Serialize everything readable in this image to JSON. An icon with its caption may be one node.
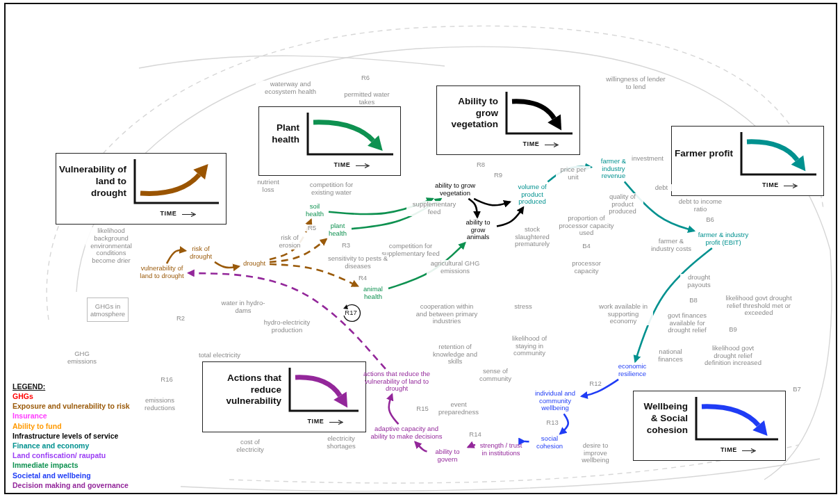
{
  "diagram": {
    "nodes": [
      {
        "text": [
          "Vulnerability of land to drought",
          "TIME"
        ]
      },
      {
        "text": [
          "Plant health",
          "TIME"
        ]
      },
      {
        "text": [
          "Ability to grow vegetation",
          "TIME"
        ]
      },
      {
        "text": [
          "Farmer profit",
          "TIME"
        ]
      },
      {
        "text": [
          "Actions that reduce vulnerability",
          "TIME"
        ]
      },
      {
        "text": [
          "Wellbeing & Social cohesion",
          "TIME"
        ]
      },
      {
        "text": [
          "vulnerability of land to drought"
        ]
      },
      {
        "text": [
          "risk of drought"
        ]
      },
      {
        "text": [
          "drought"
        ]
      },
      {
        "text": [
          "soil health"
        ]
      },
      {
        "text": [
          "plant health"
        ]
      },
      {
        "text": [
          "animal health"
        ]
      },
      {
        "text": [
          "ability to grow vegetation"
        ]
      },
      {
        "text": [
          "ability to grow animals"
        ]
      },
      {
        "text": [
          "volume of product produced"
        ]
      },
      {
        "text": [
          "farmer & industry revenue"
        ]
      },
      {
        "text": [
          "farmer & industry profit (EBIT)"
        ]
      },
      {
        "text": [
          "economic resilience"
        ]
      },
      {
        "text": [
          "individual and community wellbeing"
        ]
      },
      {
        "text": [
          "social cohesion"
        ]
      },
      {
        "text": [
          "strength / trust in institutions"
        ]
      },
      {
        "text": [
          "ability to govern"
        ]
      },
      {
        "text": [
          "adaptive capacity and ability to make decisions"
        ]
      },
      {
        "text": [
          "actions that reduce the vulnerability of land to drought"
        ]
      },
      {
        "text": [
          "GHGs in atmosphere"
        ]
      }
    ],
    "edges": [
      {
        "from": 6,
        "to": 7,
        "arrow": "to",
        "color": "#9a5a0a"
      },
      {
        "from": 7,
        "to": 8,
        "arrow": "to",
        "color": "#9a5a0a"
      },
      {
        "from": 8,
        "to": 9,
        "arrow": "to",
        "style": "dashed",
        "color": "#9a5a0a"
      },
      {
        "from": 8,
        "to": 10,
        "arrow": "to",
        "style": "dashed",
        "color": "#9a5a0a"
      },
      {
        "from": 8,
        "to": 11,
        "arrow": "to",
        "style": "dashed",
        "color": "#9a5a0a"
      },
      {
        "from": 9,
        "to": 12,
        "arrow": "to",
        "color": "#0e9150"
      },
      {
        "from": 10,
        "to": 12,
        "arrow": "to",
        "color": "#0e9150"
      },
      {
        "from": 11,
        "to": 13,
        "arrow": "to",
        "color": "#0e9150"
      },
      {
        "from": 12,
        "to": 13,
        "arrow": "to",
        "color": "#000000"
      },
      {
        "from": 12,
        "to": 14,
        "arrow": "to",
        "color": "#000000"
      },
      {
        "from": 13,
        "to": 14,
        "arrow": "to",
        "color": "#000000"
      },
      {
        "from": 14,
        "to": 15,
        "arrow": "to",
        "color": "#00918f"
      },
      {
        "from": 15,
        "to": 16,
        "arrow": "to",
        "color": "#00918f"
      },
      {
        "from": 16,
        "to": 17,
        "arrow": "to",
        "color": "#00918f"
      },
      {
        "from": 17,
        "to": 18,
        "arrow": "to",
        "color": "#1f3cf5"
      },
      {
        "from": 18,
        "to": 19,
        "arrow": "to",
        "color": "#1f3cf5"
      },
      {
        "from": 19,
        "to": 20,
        "arrow": "to",
        "color": "#1f3cf5"
      },
      {
        "from": 20,
        "to": 21,
        "arrow": "to",
        "color": "#93279a"
      },
      {
        "from": 21,
        "to": 22,
        "arrow": "to",
        "color": "#93279a"
      },
      {
        "from": 22,
        "to": 23,
        "arrow": "to",
        "color": "#93279a"
      },
      {
        "from": 23,
        "to": 6,
        "arrow": "to",
        "style": "dashed",
        "color": "#93279a"
      }
    ],
    "labels": [
      "waterway and ecosystem health",
      "R6",
      "willingness of lender to lend",
      "permitted water takes",
      "investment",
      "price per unit",
      "competition for existing water",
      "nutrient loss",
      "debt",
      "R8",
      "R9",
      "debt to income ratio",
      "quality of product produced",
      "supplementary feed",
      "B6",
      "proportion of processor capacity used",
      "likelihood background environmental conditions become drier",
      "R5",
      "risk of erosion",
      "stock slaughtered prematurely",
      "R3",
      "B4",
      "farmer & industry costs",
      "competition for supplementary feed",
      "sensitivity to pests & diseases",
      "agricultural GHG emissions",
      "processor capacity",
      "R4",
      "drought payouts",
      "B8",
      "R17",
      "stress",
      "likelihood govt drought relief threshold met or exceeded",
      "water in hydro-dams",
      "work available in supporting economy",
      "cooperation within and between primary industries",
      "R2",
      "govt finances available for drought relief",
      "hydro-electricity production",
      "B9",
      "likelihood govt drought relief definition increased",
      "retention of knowledge and skills",
      "likelihood of staying in community",
      "national finances",
      "GHG emissions",
      "total electricity",
      "sense of community",
      "R16",
      "R12",
      "B7",
      "emissions reductions",
      "R15",
      "event preparedness",
      "R13",
      "R14",
      "electricity shortages",
      "cost of electricity",
      "desire to improve wellbeing",
      "LEGEND:"
    ],
    "legend": [
      {
        "text": "GHGs",
        "color": "#ff0000"
      },
      {
        "text": "Exposure and vulnerability to risk",
        "color": "#9a5a0a"
      },
      {
        "text": "Insurance",
        "color": "#ff3dff"
      },
      {
        "text": "Ability to fund",
        "color": "#ff9900"
      },
      {
        "text": "Infrastructure levels of service",
        "color": "#000000"
      },
      {
        "text": "Finance and economy",
        "color": "#00918f"
      },
      {
        "text": "Land confiscation/ raupatu",
        "color": "#9b3df5"
      },
      {
        "text": "Immediate impacts",
        "color": "#0e9150"
      },
      {
        "text": "Societal and wellbeing",
        "color": "#1f3cf5"
      },
      {
        "text": "Decision making and governance",
        "color": "#93279a"
      }
    ]
  }
}
